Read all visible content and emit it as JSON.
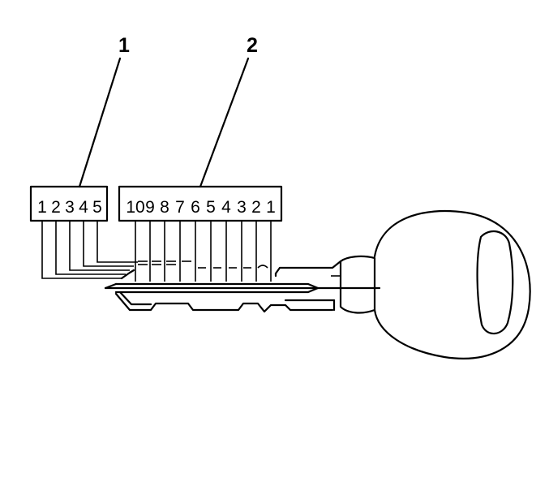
{
  "callouts": [
    {
      "label": "1"
    },
    {
      "label": "2"
    }
  ],
  "group1": {
    "labels": [
      "1",
      "2",
      "3",
      "4",
      "5"
    ]
  },
  "group2": {
    "labels": [
      "10",
      "9",
      "8",
      "7",
      "6",
      "5",
      "4",
      "3",
      "2",
      "1"
    ]
  },
  "colors": {
    "ink": "#000000",
    "background": "#ffffff"
  }
}
